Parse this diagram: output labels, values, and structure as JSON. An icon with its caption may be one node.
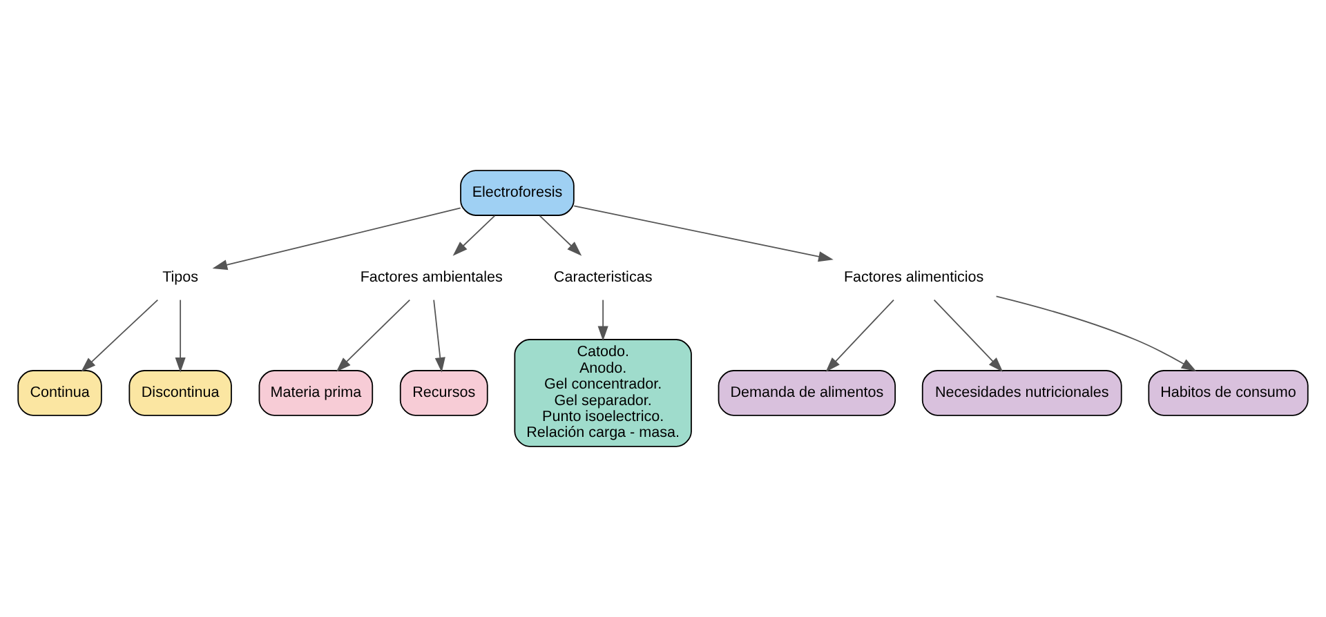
{
  "diagram": {
    "nodes": [
      {
        "text": [
          "Electroforesis"
        ]
      },
      {
        "text": [
          "Tipos"
        ]
      },
      {
        "text": [
          "Continua"
        ]
      },
      {
        "text": [
          "Discontinua"
        ]
      },
      {
        "text": [
          "Factores ambientales"
        ]
      },
      {
        "text": [
          "Materia prima"
        ]
      },
      {
        "text": [
          "Recursos"
        ]
      },
      {
        "text": [
          "Caracteristicas"
        ]
      },
      {
        "text": [
          "Catodo.",
          "Anodo.",
          "Gel concentrador.",
          "Gel separador.",
          "Punto isoelectrico.",
          "Relación carga - masa."
        ]
      },
      {
        "text": [
          "Factores alimenticios"
        ]
      },
      {
        "text": [
          "Demanda de alimentos"
        ]
      },
      {
        "text": [
          "Necesidades nutricionales"
        ]
      },
      {
        "text": [
          "Habitos de consumo"
        ]
      }
    ],
    "edges": [
      {
        "from": 0,
        "to": 1,
        "arrow": "to"
      },
      {
        "from": 1,
        "to": 2,
        "arrow": "to"
      },
      {
        "from": 1,
        "to": 3,
        "arrow": "to"
      },
      {
        "from": 0,
        "to": 4,
        "arrow": "to"
      },
      {
        "from": 4,
        "to": 5,
        "arrow": "to"
      },
      {
        "from": 4,
        "to": 6,
        "arrow": "to"
      },
      {
        "from": 0,
        "to": 7,
        "arrow": "to"
      },
      {
        "from": 7,
        "to": 8,
        "arrow": "to"
      },
      {
        "from": 0,
        "to": 9,
        "arrow": "to"
      },
      {
        "from": 9,
        "to": 10,
        "arrow": "to"
      },
      {
        "from": 9,
        "to": 11,
        "arrow": "to"
      },
      {
        "from": 9,
        "to": 12,
        "arrow": "to"
      }
    ]
  }
}
